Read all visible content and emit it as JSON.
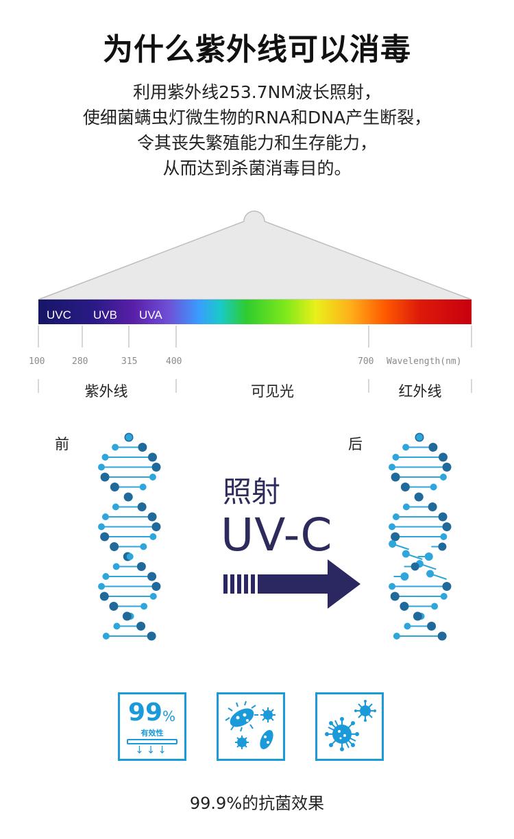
{
  "header": {
    "title": "为什么紫外线可以消毒",
    "description_lines": [
      "利用紫外线253.7NM波长照射，",
      "使细菌螨虫灯微生物的RNA和DNA产生断裂，",
      "令其丧失繁殖能力和生存能力，",
      "从而达到杀菌消毒目的。"
    ]
  },
  "spectrum": {
    "band_labels": [
      "UVC",
      "UVB",
      "UVA"
    ],
    "ticks": [
      "100",
      "280",
      "315",
      "400",
      "700"
    ],
    "axis_unit_label": "Wavelength(nm)",
    "regions": [
      "紫外线",
      "可见光",
      "红外线"
    ],
    "colors": {
      "lamp_fill": "#e8e8e8",
      "lamp_stroke": "#bdbdbd",
      "uvc": "#1a1a6e",
      "uvb": "#3a1690",
      "uva": "#6a2bb8",
      "red_end": "#c8000e",
      "tick_color": "#999999"
    }
  },
  "dna": {
    "before_label": "前",
    "after_label": "后",
    "colors": {
      "dark": "#1f6a9a",
      "light": "#2ea6dc"
    }
  },
  "process": {
    "irradiate_label": "照射",
    "uvc_label": "UV-C",
    "arrow_color": "#2b2861"
  },
  "icons": {
    "effectiveness": {
      "number": "99",
      "percent": "%",
      "label": "有效性",
      "arrows": "↓↓↓",
      "icon": "uv-lamp-icon"
    },
    "bacteria_icon": "bacteria-icon",
    "virus_icon": "virus-icon",
    "accent_color": "#1a9ad9"
  },
  "footer": {
    "caption": "99.9%的抗菌效果"
  }
}
